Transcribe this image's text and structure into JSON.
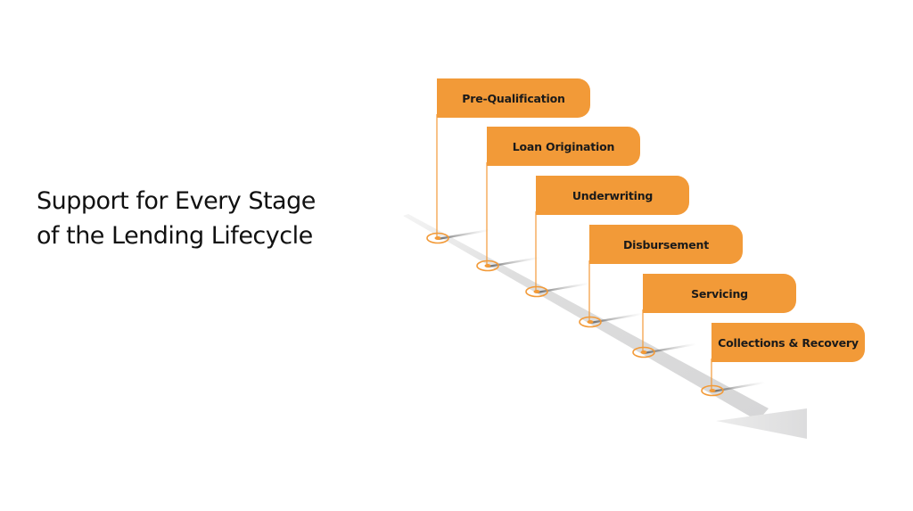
{
  "title": {
    "line1": "Support for Every Stage",
    "line2": "of the Lending Lifecycle"
  },
  "colors": {
    "accent": "#f29a38",
    "arrow": "#dcdcdd",
    "text": "#111111"
  },
  "stages": [
    {
      "label": "Pre-Qualification"
    },
    {
      "label": "Loan Origination"
    },
    {
      "label": "Underwriting"
    },
    {
      "label": "Disbursement"
    },
    {
      "label": "Servicing"
    },
    {
      "label": "Collections & Recovery"
    }
  ],
  "icons": {
    "pin": "map-pin-circle",
    "arrow": "arrow-down-right"
  }
}
